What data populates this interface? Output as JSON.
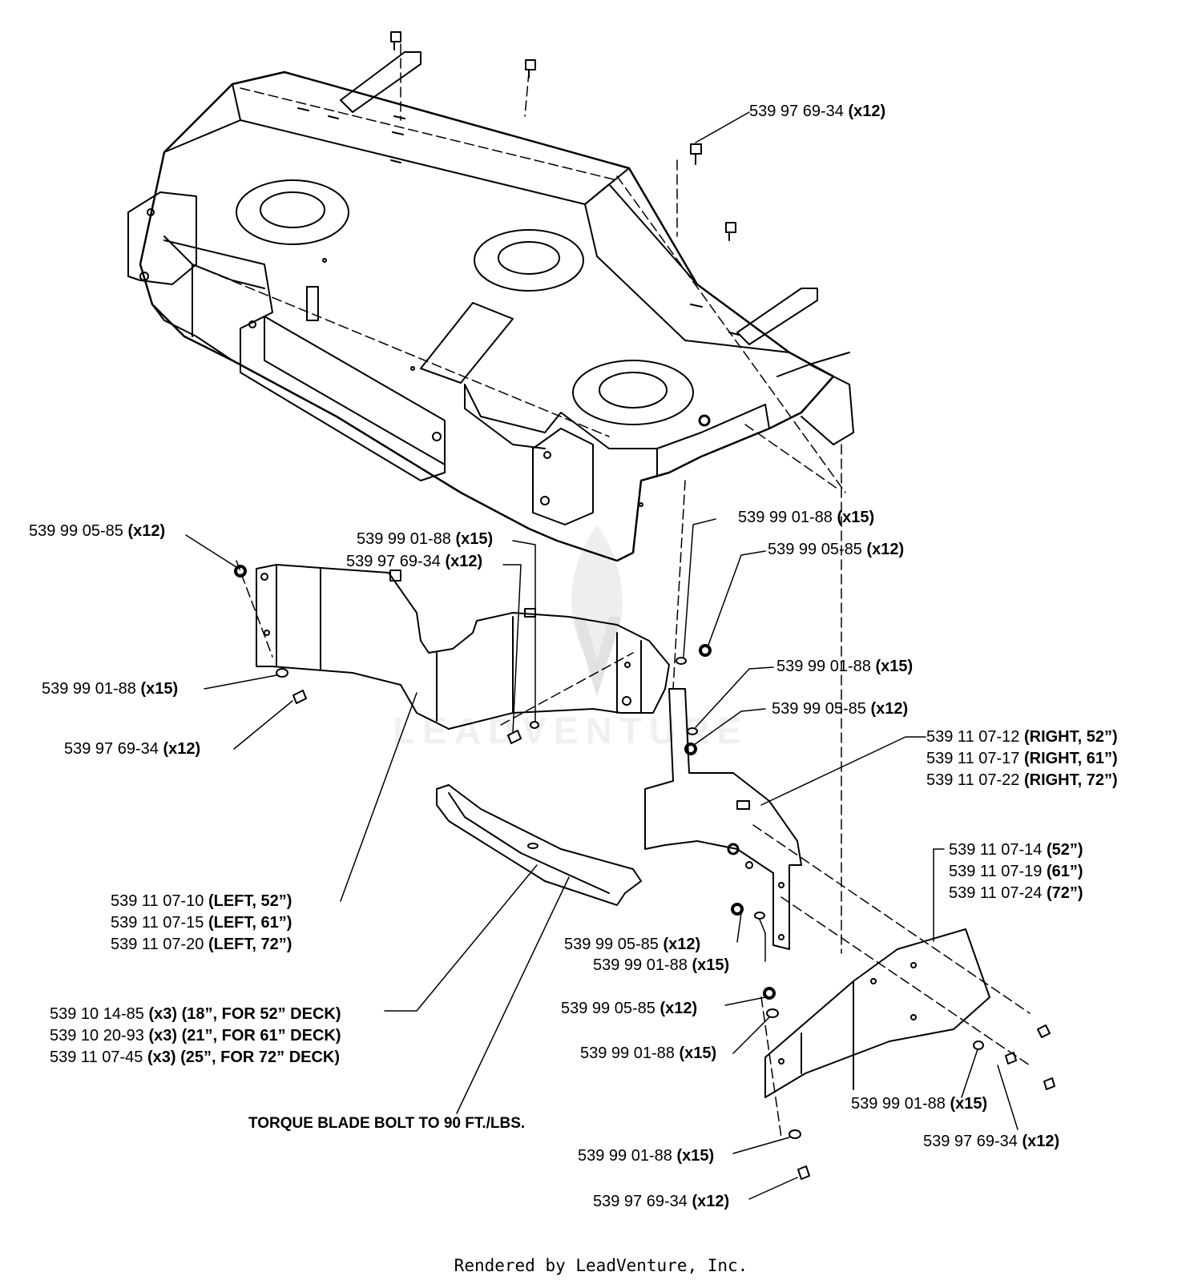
{
  "callouts": [
    {
      "part": "539 97 69-34",
      "qty": "(x12)"
    },
    {
      "part": "539 99 05-85",
      "qty": "(x12)"
    },
    {
      "part": "539 99 01-88",
      "qty": "(x15)"
    },
    {
      "part": "539 97 69-34",
      "qty": "(x12)"
    },
    {
      "part": "539 99 01-88",
      "qty": "(x15)"
    },
    {
      "part": "539 99 05-85",
      "qty": "(x12)"
    },
    {
      "part": "539 99 01-88",
      "qty": "(x15)"
    },
    {
      "part": "539 97 69-34",
      "qty": "(x12)"
    },
    {
      "part": "539 99 01-88",
      "qty": "(x15)"
    },
    {
      "part": "539 99 05-85",
      "qty": "(x12)"
    },
    {
      "part": "539 11 07-12",
      "qty": "(RIGHT, 52”)"
    },
    {
      "part": "539 11 07-17",
      "qty": "(RIGHT, 61”)"
    },
    {
      "part": "539 11 07-22",
      "qty": "(RIGHT, 72”)"
    },
    {
      "part": "539 11 07-14",
      "qty": "(52”)"
    },
    {
      "part": "539 11 07-19",
      "qty": "(61”)"
    },
    {
      "part": "539 11 07-24",
      "qty": "(72”)"
    },
    {
      "part": "539 11 07-10",
      "qty": "(LEFT, 52”)"
    },
    {
      "part": "539 11 07-15",
      "qty": "(LEFT, 61”)"
    },
    {
      "part": "539 11 07-20",
      "qty": "(LEFT, 72”)"
    },
    {
      "part": "539 99 05-85",
      "qty": "(x12)"
    },
    {
      "part": "539 99 01-88",
      "qty": "(x15)"
    },
    {
      "part": "539 10 14-85",
      "qty": "(x3) (18”, FOR 52” DECK)"
    },
    {
      "part": "539 10 20-93",
      "qty": "(x3) (21”, FOR 61” DECK)"
    },
    {
      "part": "539 11 07-45",
      "qty": "(x3) (25”, FOR 72” DECK)"
    },
    {
      "part": "539 99 05-85",
      "qty": "(x12)"
    },
    {
      "part": "539 99 01-88",
      "qty": "(x15)"
    },
    {
      "part": "539 99 01-88",
      "qty": "(x15)"
    },
    {
      "part": "539 97 69-34",
      "qty": "(x12)"
    },
    {
      "part": "539 99 01-88",
      "qty": "(x15)"
    },
    {
      "part": "539 97 69-34",
      "qty": "(x12)"
    }
  ],
  "torque_note": "TORQUE BLADE BOLT TO 90 FT./LBS.",
  "watermark": "LEADVENTURE",
  "footer": "Rendered by LeadVenture, Inc.",
  "colors": {
    "line": "#000000",
    "watermark": "#e8e8e8"
  }
}
